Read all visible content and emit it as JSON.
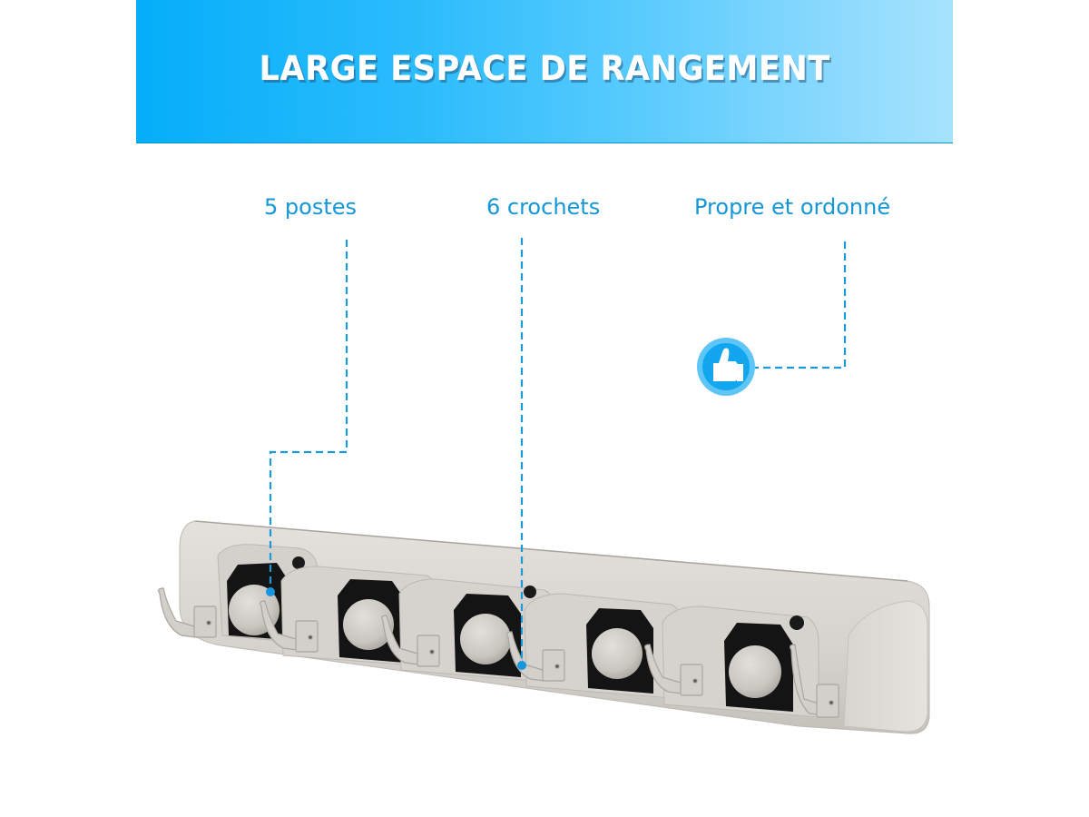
{
  "banner": {
    "title": "LARGE ESPACE DE RANGEMENT",
    "gradient_start": "#05aef9",
    "gradient_end": "#a6e3fd"
  },
  "callouts": [
    {
      "label": "5 postes",
      "icon": "dot-marker"
    },
    {
      "label": "6 crochets",
      "icon": "dot-marker"
    },
    {
      "label": "Propre et ordonné",
      "icon": "thumbs-up-icon"
    }
  ],
  "colors": {
    "accent": "#1596d6",
    "callout_line": "#1a9ad8",
    "product_body": "#d9d6d1",
    "product_shadow": "#b9b5ae"
  },
  "product": {
    "name": "wall-mounted mop and broom holder",
    "stations": 5,
    "hooks": 6
  }
}
